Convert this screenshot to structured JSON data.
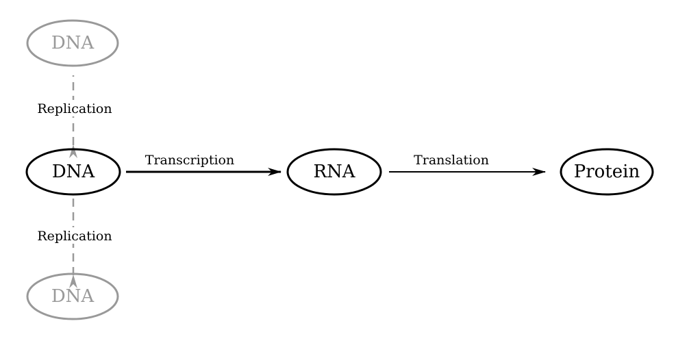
{
  "nodes": {
    "dna_top": {
      "label": "DNA"
    },
    "dna_center": {
      "label": "DNA"
    },
    "dna_bottom": {
      "label": "DNA"
    },
    "rna": {
      "label": "RNA"
    },
    "protein": {
      "label": "Protein"
    }
  },
  "edges": {
    "replication_up": {
      "label": "Replication"
    },
    "replication_down": {
      "label": "Replication"
    },
    "transcription": {
      "label": "Transcription"
    },
    "translation": {
      "label": "Translation"
    }
  },
  "colors": {
    "primary": "#000000",
    "faded": "#999999"
  }
}
